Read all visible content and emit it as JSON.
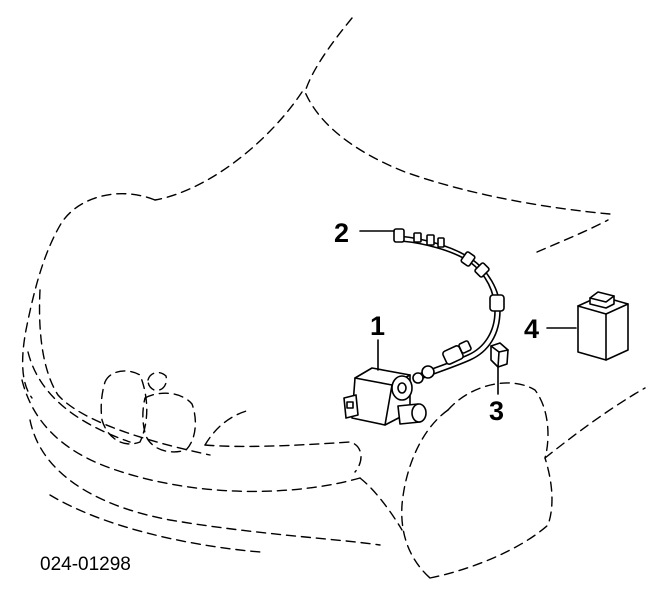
{
  "diagram": {
    "callouts": [
      {
        "id": "callout-1",
        "label": "1"
      },
      {
        "id": "callout-2",
        "label": "2"
      },
      {
        "id": "callout-3",
        "label": "3"
      },
      {
        "id": "callout-4",
        "label": "4"
      }
    ],
    "figure_code": "024-01298"
  }
}
